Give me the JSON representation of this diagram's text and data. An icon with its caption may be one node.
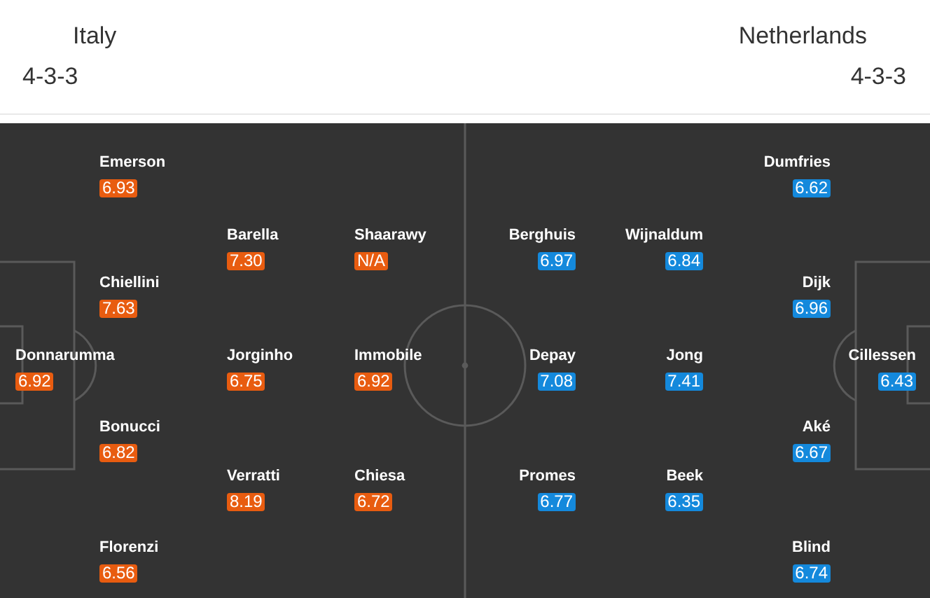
{
  "diagram": {
    "nodes": [
      {
        "text": [
          "6.93"
        ],
        "beside": [
          "Emerson"
        ]
      },
      {
        "text": [
          "6.62"
        ],
        "beside": [
          "Dumfries"
        ]
      },
      {
        "text": [
          "7.30"
        ],
        "beside": [
          "Barella"
        ]
      },
      {
        "text": [
          "N/A"
        ],
        "beside": [
          "Shaarawy"
        ]
      },
      {
        "text": [
          "6.97"
        ],
        "beside": [
          "Berghuis"
        ]
      },
      {
        "text": [
          "6.84"
        ],
        "beside": [
          "Wijnaldum"
        ]
      },
      {
        "text": [
          "7.63"
        ],
        "beside": [
          "Chiellini"
        ]
      },
      {
        "text": [
          "6.96"
        ],
        "beside": [
          "Dijk"
        ]
      },
      {
        "text": [
          "6.92"
        ],
        "beside": [
          "Donnarumma"
        ]
      },
      {
        "text": [
          "6.75"
        ],
        "beside": [
          "Jorginho"
        ]
      },
      {
        "text": [
          "6.92"
        ],
        "beside": [
          "Immobile"
        ]
      },
      {
        "text": [
          "7.08"
        ],
        "beside": [
          "Depay"
        ]
      },
      {
        "text": [
          "7.41"
        ],
        "beside": [
          "Jong"
        ]
      },
      {
        "text": [
          "6.43"
        ],
        "beside": [
          "Cillessen"
        ]
      },
      {
        "text": [
          "6.82"
        ],
        "beside": [
          "Bonucci"
        ]
      },
      {
        "text": [
          "6.67"
        ],
        "beside": [
          "Aké"
        ]
      },
      {
        "text": [
          "8.19"
        ],
        "beside": [
          "Verratti"
        ]
      },
      {
        "text": [
          "6.72"
        ],
        "beside": [
          "Chiesa"
        ]
      },
      {
        "text": [
          "6.77"
        ],
        "beside": [
          "Promes"
        ]
      },
      {
        "text": [
          "6.35"
        ],
        "beside": [
          "Beek"
        ]
      },
      {
        "text": [
          "6.56"
        ],
        "beside": [
          "Florenzi"
        ]
      },
      {
        "text": [
          "6.74"
        ],
        "beside": [
          "Blind"
        ]
      }
    ],
    "labels": [
      "Italy",
      "Netherlands",
      "4-3-3",
      "4-3-3"
    ]
  }
}
